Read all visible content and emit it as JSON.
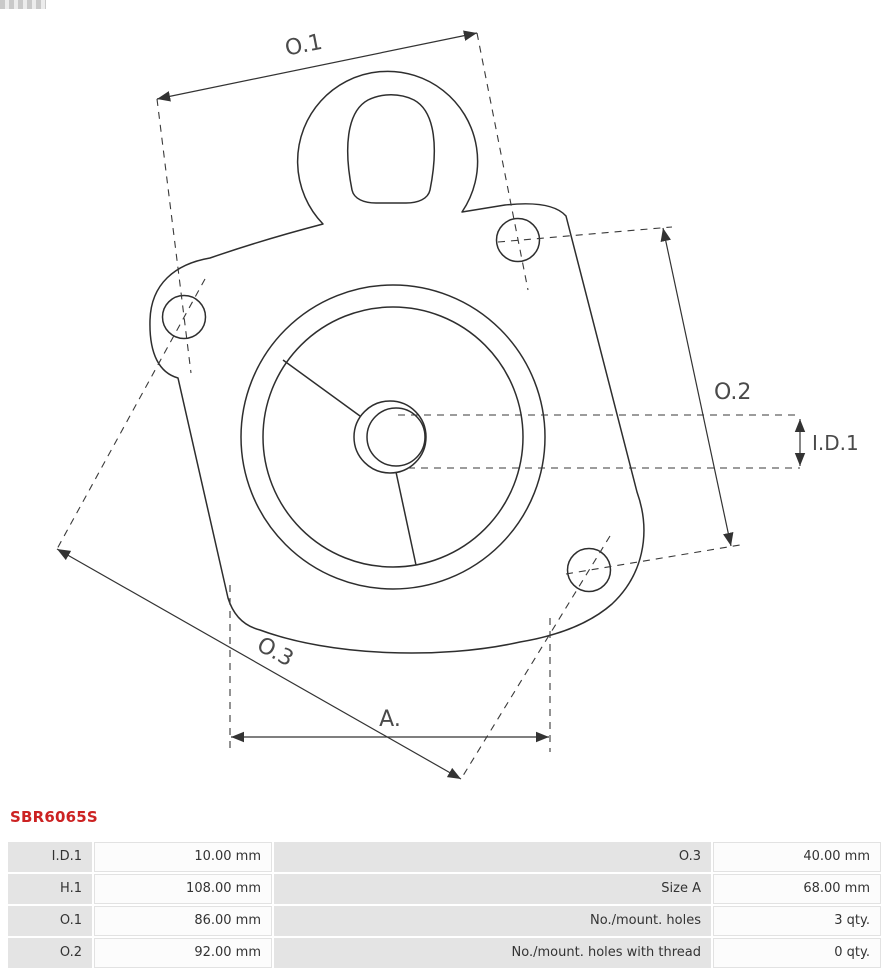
{
  "part_number": "SBR6065S",
  "colors": {
    "part_number_red": "#cc2222",
    "table_label_bg": "#e4e4e4",
    "table_value_bg": "#fcfcfc",
    "drawing_line": "#333333"
  },
  "diagram": {
    "labels": {
      "o1": "O.1",
      "o2": "O.2",
      "o3": "O.3",
      "a": "A.",
      "id1": "I.D.1"
    }
  },
  "spec_table": {
    "rows": [
      {
        "param_left": "I.D.1",
        "value_left": "10.00 mm",
        "param_right": "O.3",
        "value_right": "40.00 mm"
      },
      {
        "param_left": "H.1",
        "value_left": "108.00 mm",
        "param_right": "Size A",
        "value_right": "68.00 mm"
      },
      {
        "param_left": "O.1",
        "value_left": "86.00 mm",
        "param_right": "No./mount. holes",
        "value_right": "3 qty."
      },
      {
        "param_left": "O.2",
        "value_left": "92.00 mm",
        "param_right": "No./mount. holes with thread",
        "value_right": "0 qty."
      }
    ]
  }
}
